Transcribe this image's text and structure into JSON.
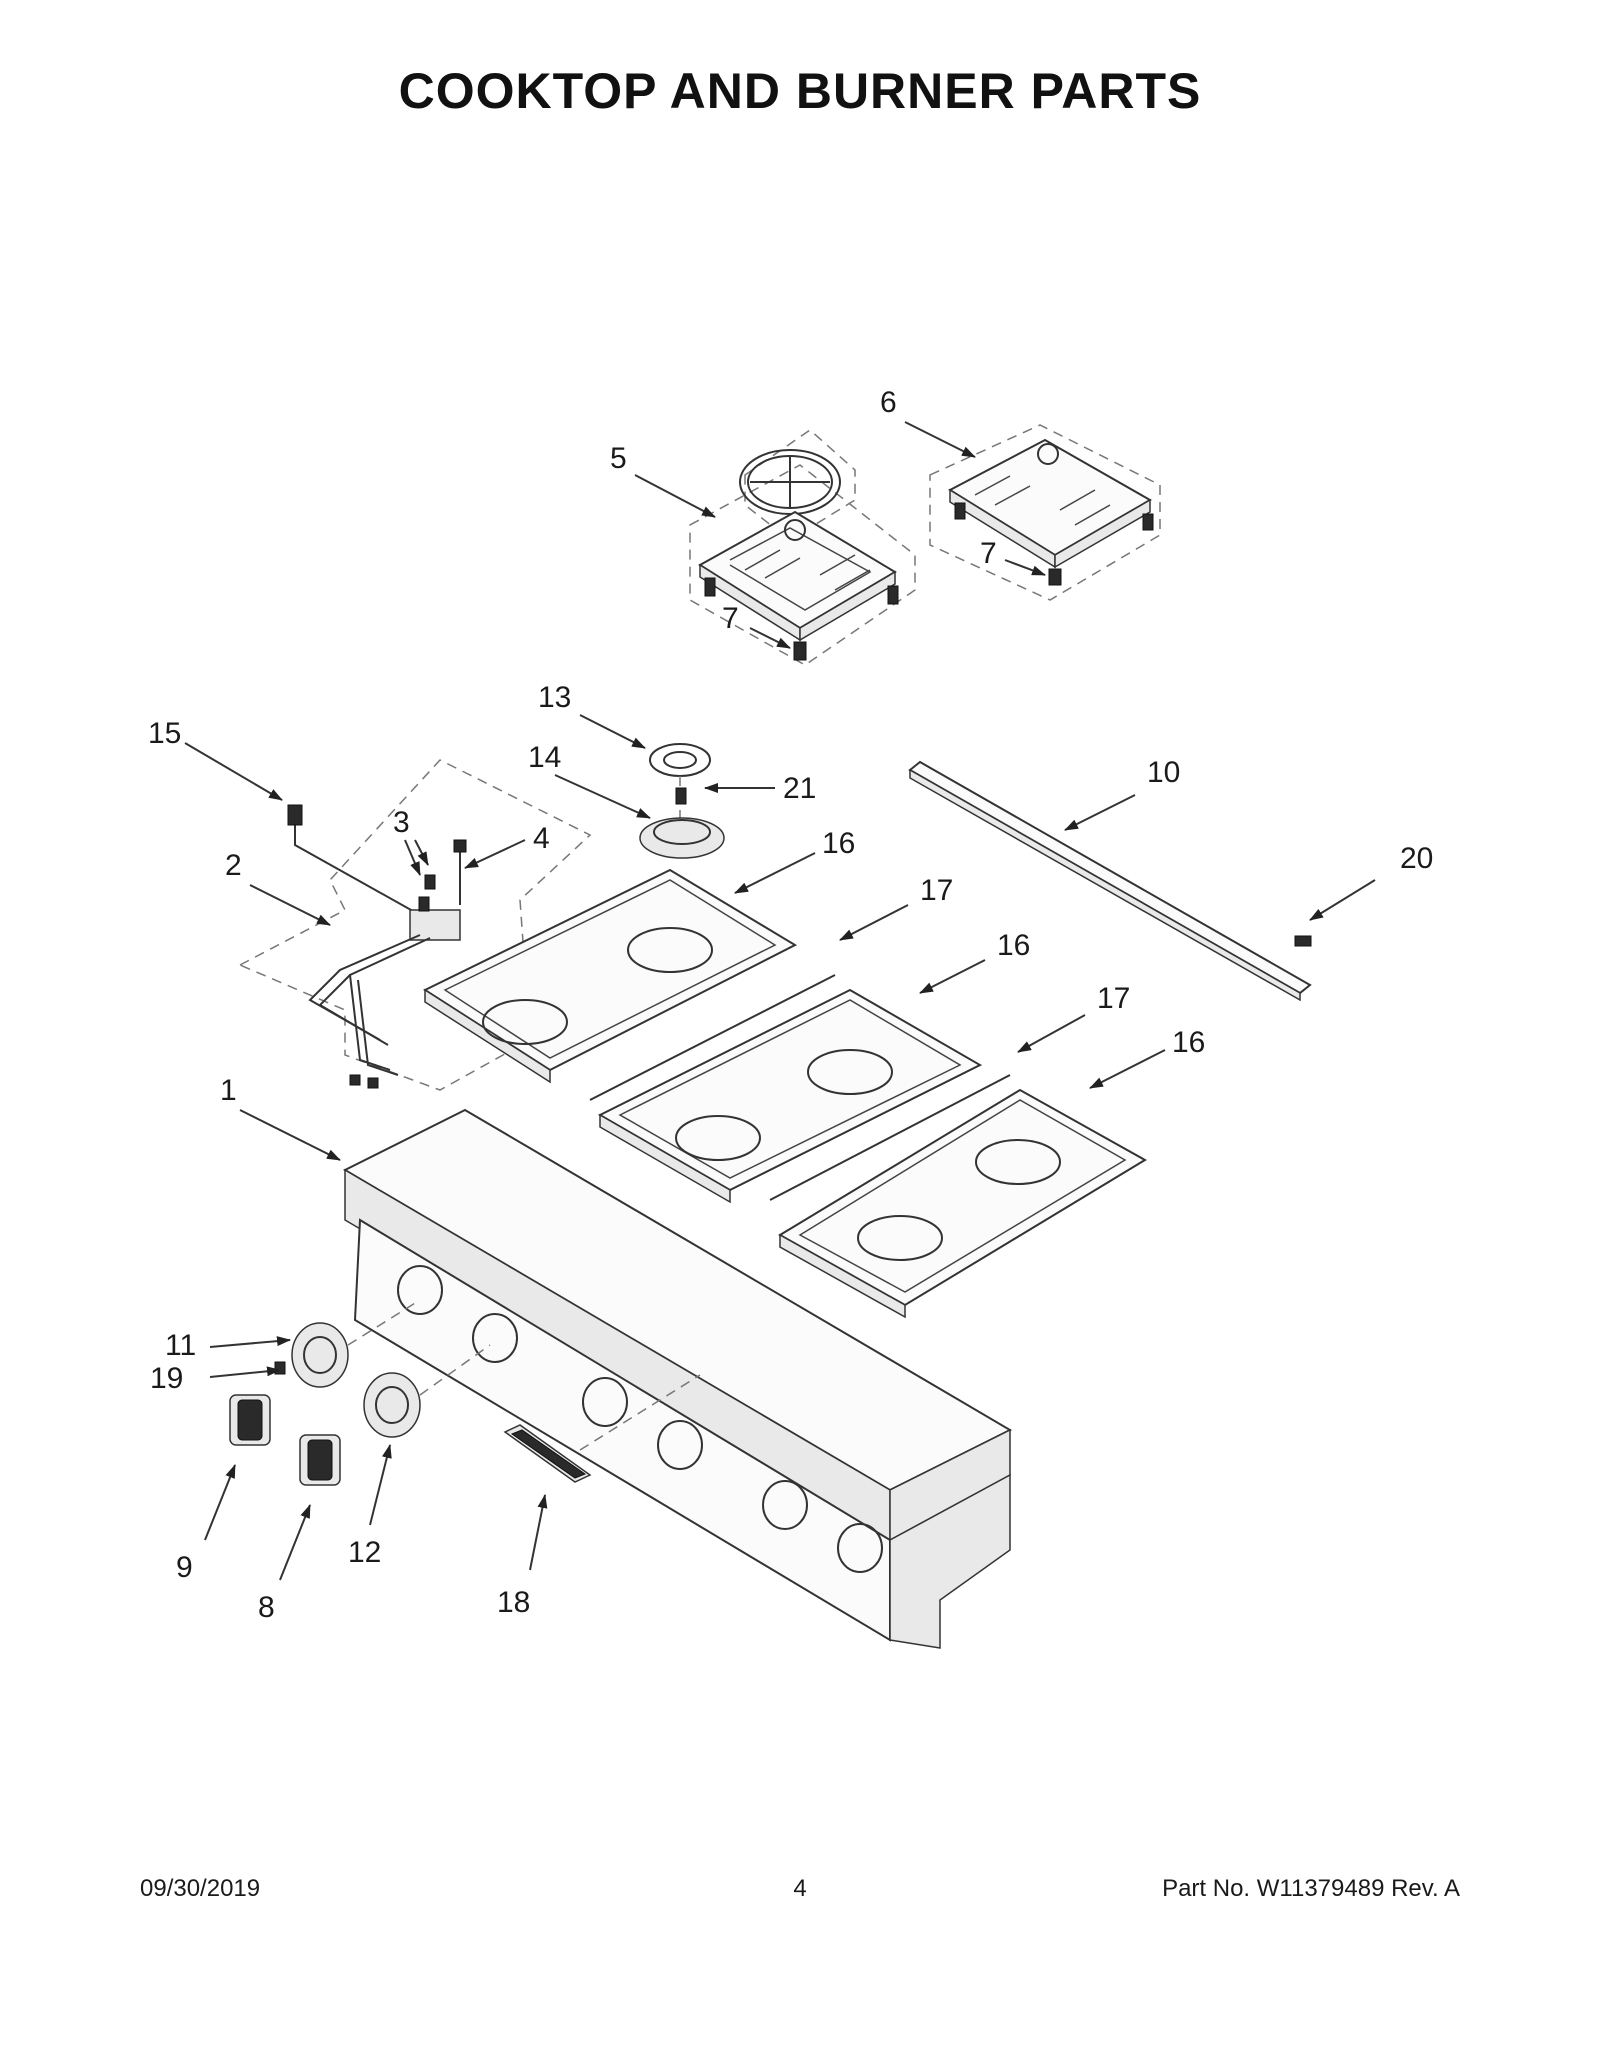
{
  "page": {
    "title": "COOKTOP AND BURNER PARTS",
    "footer_date": "09/30/2019",
    "footer_page": "4",
    "footer_part": "Part No.  W11379489  Rev.  A"
  },
  "callouts": {
    "c1": "1",
    "c2": "2",
    "c3": "3",
    "c4": "4",
    "c5": "5",
    "c6": "6",
    "c7a": "7",
    "c7b": "7",
    "c8": "8",
    "c9": "9",
    "c10": "10",
    "c11": "11",
    "c12": "12",
    "c13": "13",
    "c14": "14",
    "c15": "15",
    "c16a": "16",
    "c16b": "16",
    "c16c": "16",
    "c17a": "17",
    "c17b": "17",
    "c18": "18",
    "c19": "19",
    "c20": "20",
    "c21": "21"
  }
}
